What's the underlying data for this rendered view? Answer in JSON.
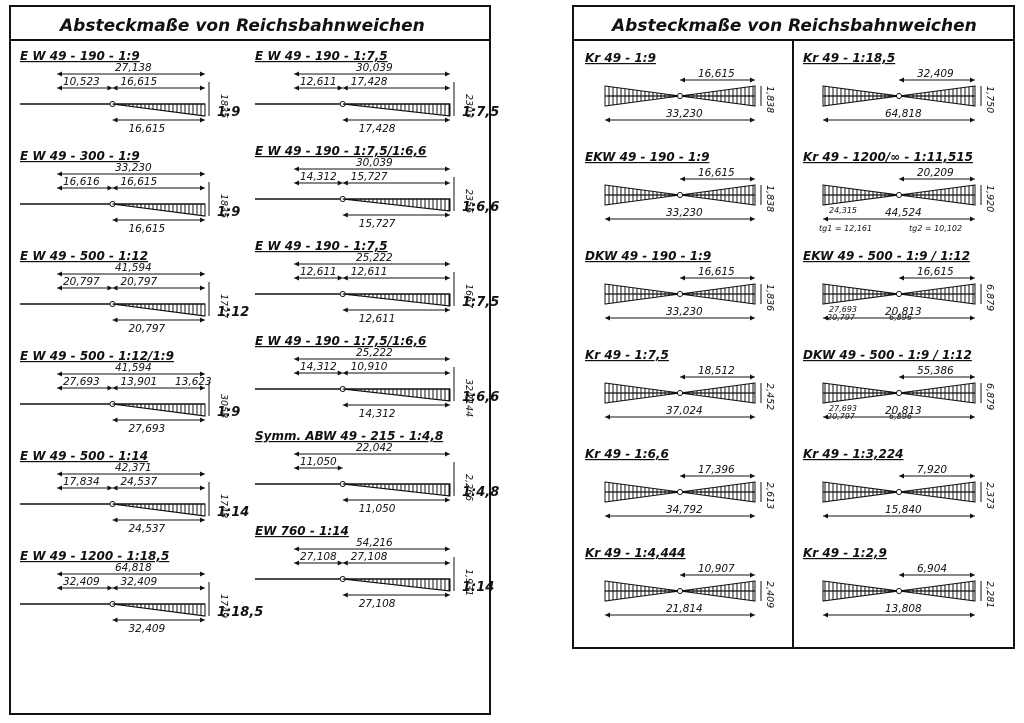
{
  "sheet_title": "Absteckmaße von Reichsbahnweichen",
  "left": [
    {
      "title": "E W 49 - 190 - 1:9",
      "total": "27,138",
      "a": "10,523",
      "b": "16,615",
      "bottom": "16,615",
      "side": "1835",
      "ratio": "1:9"
    },
    {
      "title": "E W 49 - 300 - 1:9",
      "total": "33,230",
      "a": "16,616",
      "b": "16,615",
      "bottom": "16,615",
      "side": "1835",
      "ratio": "1:9"
    },
    {
      "title": "E W 49 - 500 - 1:12",
      "total": "41,594",
      "a": "20,797",
      "b": "20,797",
      "bottom": "20,797",
      "side": "1727",
      "ratio": "1:12"
    },
    {
      "title": "E W 49 - 500 - 1:12/1:9",
      "total": "41,594",
      "a": "27,693",
      "b": "13,901",
      "c": "13,623",
      "bottom": "27,693",
      "side": "3058",
      "ratio": "1:9"
    },
    {
      "title": "E W 49 - 500 - 1:14",
      "total": "42,371",
      "a": "17,834",
      "b": "24,537",
      "bottom": "24,537",
      "side": "1748",
      "ratio": "1:14"
    },
    {
      "title": "E W 49 - 1200 - 1:18,5",
      "total": "64,818",
      "a": "32,409",
      "b": "32,409",
      "bottom": "32,409",
      "side": "1749",
      "ratio": "1:18,5"
    }
  ],
  "middle": [
    {
      "title": "E W 49 - 190 - 1:7,5",
      "total": "30,039",
      "a": "12,611",
      "b": "17,428",
      "bottom": "17,428",
      "side": "2303",
      "ratio": "1:7,5"
    },
    {
      "title": "E W 49 - 190 - 1:7,5/1:6,6",
      "total": "30,039",
      "a": "14,312",
      "b": "15,727",
      "bottom": "15,727",
      "side": "2356",
      "ratio": "1:6,6"
    },
    {
      "title": "E W 49 - 190 - 1:7,5",
      "total": "25,222",
      "a": "12,611",
      "b": "12,611",
      "bottom": "12,611",
      "side": "1667",
      "ratio": "1:7,5"
    },
    {
      "title": "E W 49 - 190 - 1:7,5/1:6,6",
      "total": "25,222",
      "a": "14,312",
      "b": "10,910",
      "bottom": "14,312",
      "side": "3241",
      "side2": "2144",
      "ratio": "1:6,6"
    },
    {
      "title": "Symm. ABW 49 - 215 - 1:4,8",
      "total": "22,042",
      "a": "11,050",
      "bottom": "11,050",
      "side": "2,266",
      "ratio": "1:4,8"
    },
    {
      "title": "EW 760 - 1:14",
      "total": "54,216",
      "a": "27,108",
      "b": "27,108",
      "bottom": "27,108",
      "side": "1,931",
      "ratio": "1:14"
    }
  ],
  "right_a": [
    {
      "title": "Kr 49 - 1:9",
      "top": "16,615",
      "bottom": "33,230",
      "side": "1,838"
    },
    {
      "title": "EKW 49 - 190 - 1:9",
      "top": "16,615",
      "bottom": "33,230",
      "side": "1,838"
    },
    {
      "title": "DKW 49 - 190 - 1:9",
      "top": "16,615",
      "bottom": "33,230",
      "side": "1,836"
    },
    {
      "title": "Kr 49 - 1:7,5",
      "top": "18,512",
      "bottom": "37,024",
      "side": "2,452"
    },
    {
      "title": "Kr 49 - 1:6,6",
      "top": "17,396",
      "bottom": "34,792",
      "side": "2,613"
    },
    {
      "title": "Kr 49 - 1:4,444",
      "top": "10,907",
      "bottom": "21,814",
      "side": "2,409"
    }
  ],
  "right_b": [
    {
      "title": "Kr 49 - 1:18,5",
      "top": "32,409",
      "bottom": "64,818",
      "side": "1,750"
    },
    {
      "title": "Kr 49 - 1200/∞ - 1:11,515",
      "top": "20,209",
      "mid": "24,315",
      "bottom": "44,524",
      "side": "1,920",
      "t1": "tg1 = 12,161",
      "t2": "tg2 = 10,102"
    },
    {
      "title": "EKW 49 - 500 - 1:9 / 1:12",
      "top": "16,615",
      "mid": "27,693",
      "bottom": "20,813",
      "side": "6,879",
      "extra": "20,797",
      "extra2": "6,896"
    },
    {
      "title": "DKW 49 - 500 - 1:9 / 1:12",
      "top": "55,386",
      "mid": "27,693",
      "bottom": "20,813",
      "side": "6,879",
      "extra": "20,797",
      "extra2": "6,896"
    },
    {
      "title": "Kr 49 - 1:3,224",
      "top": "7,920",
      "bottom": "15,840",
      "side": "2,373"
    },
    {
      "title": "Kr 49 - 1:2,9",
      "top": "6,904",
      "bottom": "13,808",
      "side": "2,281"
    }
  ]
}
